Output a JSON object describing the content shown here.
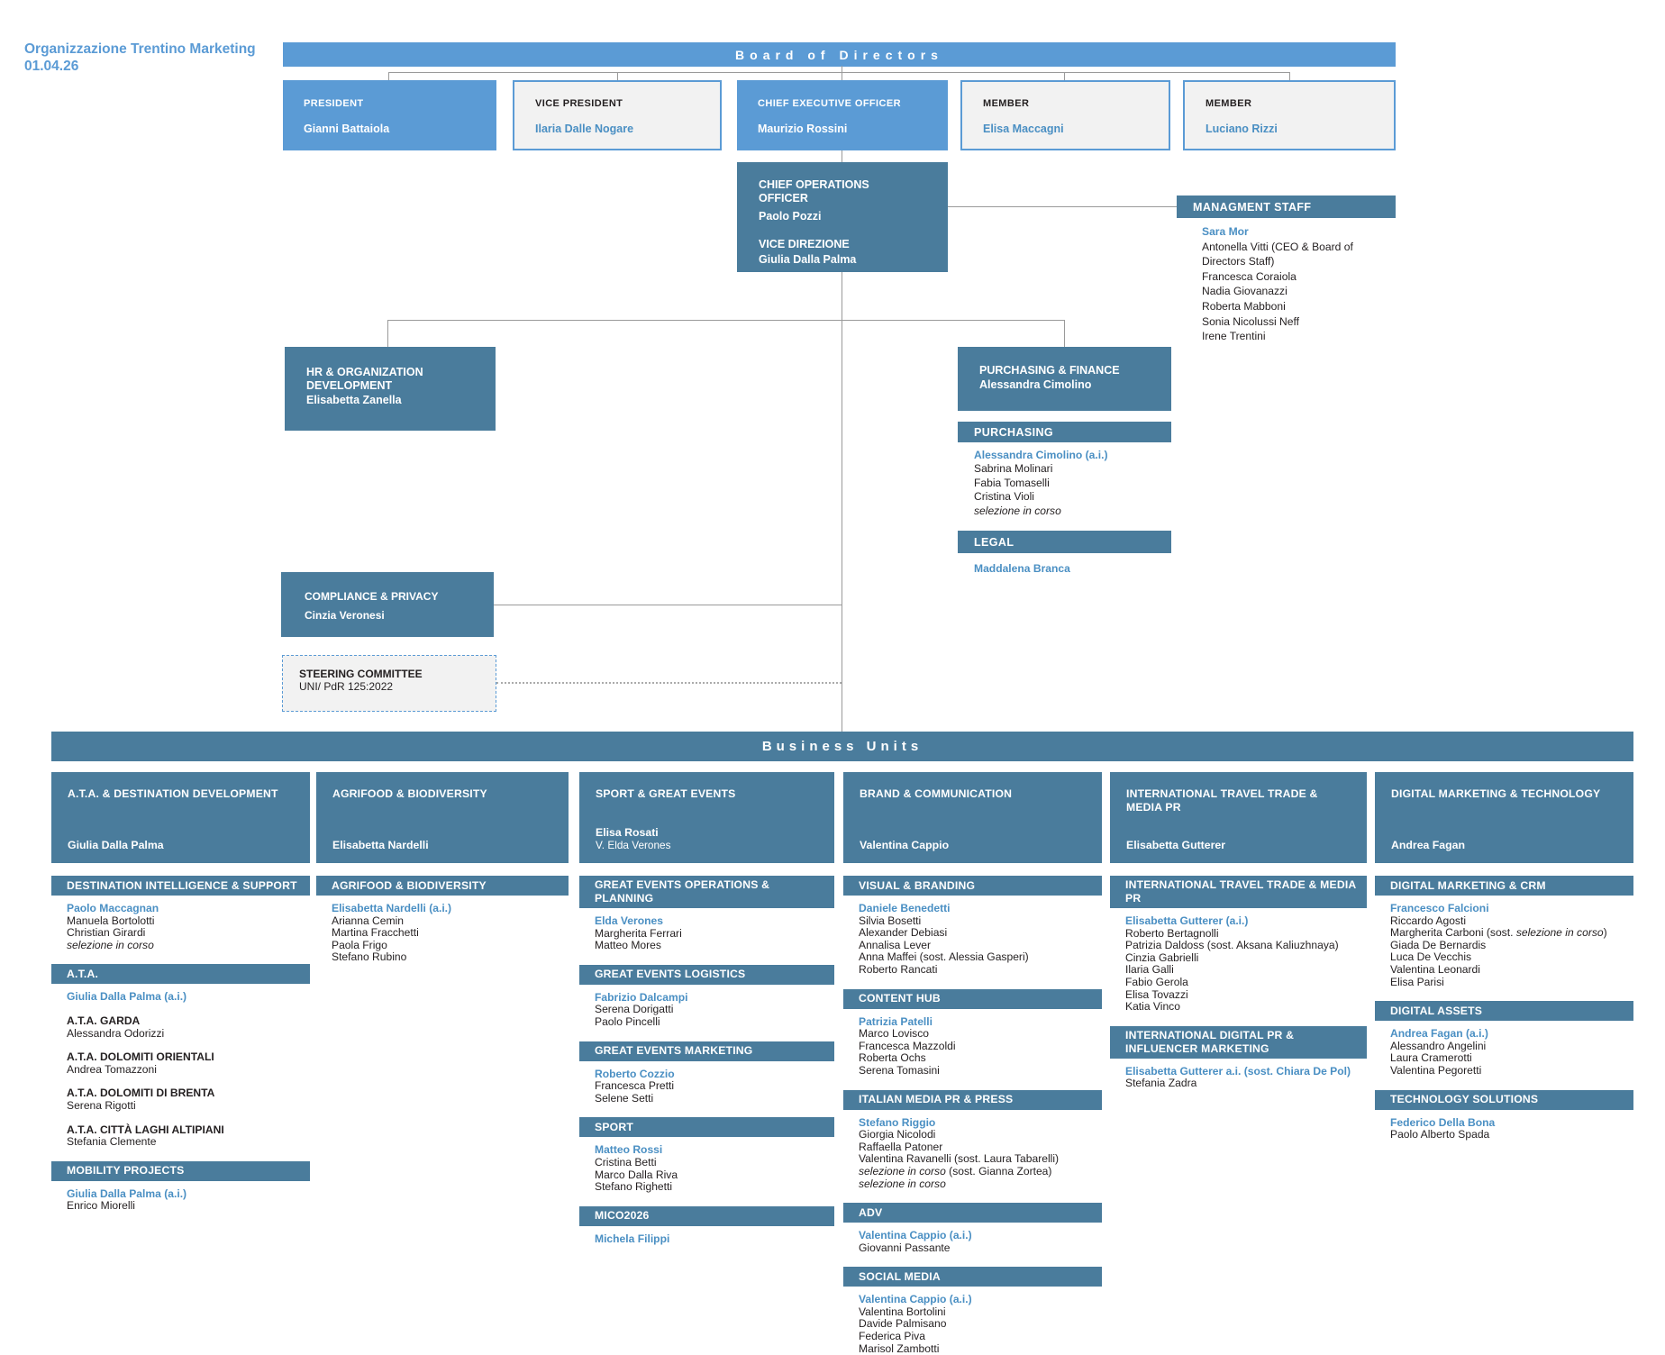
{
  "title": {
    "line1": "Organizzazione Trentino Marketing",
    "line2": "01.04.26"
  },
  "board": {
    "bar_label": "Board of Directors",
    "boxes": [
      {
        "variant": "filled",
        "label": "PRESIDENT",
        "name": "Gianni Battaiola"
      },
      {
        "variant": "outline",
        "label": "VICE PRESIDENT",
        "name": "Ilaria Dalle Nogare"
      },
      {
        "variant": "filled",
        "label": "CHIEF EXECUTIVE OFFICER",
        "name": "Maurizio Rossini"
      },
      {
        "variant": "outline",
        "label": "MEMBER",
        "name": "Elisa Maccagni"
      },
      {
        "variant": "outline",
        "label": "MEMBER",
        "name": "Luciano Rizzi"
      }
    ]
  },
  "coo": {
    "role1": "CHIEF OPERATIONS OFFICER",
    "name1": "Paolo Pozzi",
    "role2": "VICE DIREZIONE",
    "name2": "Giulia Dalla Palma"
  },
  "management": {
    "header": "MANAGMENT STAFF",
    "entries": [
      {
        "style": "lead",
        "text": "Sara Mor"
      },
      {
        "style": "name",
        "text": "Antonella Vitti (CEO & Board of Directors Staff)"
      },
      {
        "style": "name",
        "text": "Francesca Coraiola"
      },
      {
        "style": "name",
        "text": "Nadia Giovanazzi"
      },
      {
        "style": "name",
        "text": "Roberta Mabboni"
      },
      {
        "style": "name",
        "text": "Sonia Nicolussi Neff"
      },
      {
        "style": "name",
        "text": "Irene Trentini"
      }
    ]
  },
  "hr": {
    "title": "HR & ORGANIZATION DEVELOPMENT",
    "name": "Elisabetta Zanella"
  },
  "purchasing_finance": {
    "title": "PURCHASING & FINANCE",
    "name": "Alessandra Cimolino"
  },
  "purchasing": {
    "header": "PURCHASING",
    "entries": [
      {
        "style": "lead",
        "text": "Alessandra Cimolino (a.i.)"
      },
      {
        "style": "name",
        "text": "Sabrina Molinari"
      },
      {
        "style": "name",
        "text": "Fabia Tomaselli"
      },
      {
        "style": "name",
        "text": "Cristina Violi"
      },
      {
        "style": "italic",
        "text": "selezione in corso"
      }
    ]
  },
  "legal": {
    "header": "LEGAL",
    "lead": "Maddalena Branca"
  },
  "compliance": {
    "title": "COMPLIANCE & PRIVACY",
    "name": "Cinzia Veronesi"
  },
  "steering": {
    "title": "STEERING COMMITTEE",
    "subtitle": "UNI/ PdR 125:2022"
  },
  "business_units": {
    "bar_label": "Business Units",
    "columns": [
      {
        "title": "A.T.A. & DESTINATION DEVELOPMENT",
        "names": [
          "Giulia Dalla Palma"
        ],
        "sections": [
          {
            "bar": "DESTINATION INTELLIGENCE & SUPPORT",
            "entries": [
              {
                "style": "lead",
                "text": "Paolo Maccagnan"
              },
              {
                "style": "name",
                "text": "Manuela Bortolotti"
              },
              {
                "style": "name",
                "text": "Christian Girardi"
              },
              {
                "style": "italic",
                "text": "selezione in corso"
              }
            ]
          },
          {
            "bar": "A.T.A.",
            "entries": [
              {
                "style": "lead",
                "text": "Giulia Dalla Palma (a.i.)"
              },
              {
                "style": "group",
                "text": "A.T.A. GARDA"
              },
              {
                "style": "name",
                "text": "Alessandra Odorizzi"
              },
              {
                "style": "group",
                "text": "A.T.A. DOLOMITI ORIENTALI"
              },
              {
                "style": "name",
                "text": "Andrea Tomazzoni"
              },
              {
                "style": "group",
                "text": "A.T.A. DOLOMITI DI BRENTA"
              },
              {
                "style": "name",
                "text": "Serena Rigotti"
              },
              {
                "style": "group",
                "text": "A.T.A. CITTÀ LAGHI ALTIPIANI"
              },
              {
                "style": "name",
                "text": "Stefania Clemente"
              }
            ]
          },
          {
            "bar": "MOBILITY PROJECTS",
            "entries": [
              {
                "style": "lead",
                "text": "Giulia Dalla Palma (a.i.)"
              },
              {
                "style": "name",
                "text": "Enrico Miorelli"
              }
            ]
          }
        ]
      },
      {
        "title": "AGRIFOOD & BIODIVERSITY",
        "names": [
          "Elisabetta Nardelli"
        ],
        "sections": [
          {
            "bar": "AGRIFOOD & BIODIVERSITY",
            "entries": [
              {
                "style": "lead",
                "text": "Elisabetta Nardelli (a.i.)"
              },
              {
                "style": "name",
                "text": "Arianna Cemin"
              },
              {
                "style": "name",
                "text": "Martina Fracchetti"
              },
              {
                "style": "name",
                "text": "Paola Frigo"
              },
              {
                "style": "name",
                "text": "Stefano Rubino"
              }
            ]
          }
        ]
      },
      {
        "title": "SPORT & GREAT EVENTS",
        "names": [
          "Elisa Rosati",
          "V. Elda Verones"
        ],
        "sections": [
          {
            "bar": "GREAT EVENTS OPERATIONS & PLANNING",
            "entries": [
              {
                "style": "lead",
                "text": "Elda Verones"
              },
              {
                "style": "name",
                "text": "Margherita Ferrari"
              },
              {
                "style": "name",
                "text": "Matteo Mores"
              }
            ]
          },
          {
            "bar": "GREAT EVENTS LOGISTICS",
            "entries": [
              {
                "style": "lead",
                "text": "Fabrizio Dalcampi"
              },
              {
                "style": "name",
                "text": "Serena Dorigatti"
              },
              {
                "style": "name",
                "text": "Paolo Pincelli"
              }
            ]
          },
          {
            "bar": "GREAT EVENTS MARKETING",
            "entries": [
              {
                "style": "lead",
                "text": "Roberto Cozzio"
              },
              {
                "style": "name",
                "text": "Francesca Pretti"
              },
              {
                "style": "name",
                "text": "Selene Setti"
              }
            ]
          },
          {
            "bar": "SPORT",
            "entries": [
              {
                "style": "lead",
                "text": "Matteo Rossi"
              },
              {
                "style": "name",
                "text": "Cristina Betti"
              },
              {
                "style": "name",
                "text": "Marco Dalla Riva"
              },
              {
                "style": "name",
                "text": "Stefano Righetti"
              }
            ]
          },
          {
            "bar": "MICO2026",
            "entries": [
              {
                "style": "lead",
                "text": "Michela Filippi"
              }
            ]
          }
        ]
      },
      {
        "title": "BRAND & COMMUNICATION",
        "names": [
          "Valentina Cappio"
        ],
        "sections": [
          {
            "bar": "VISUAL & BRANDING",
            "entries": [
              {
                "style": "lead",
                "text": "Daniele Benedetti"
              },
              {
                "style": "name",
                "text": "Silvia Bosetti"
              },
              {
                "style": "name",
                "text": "Alexander Debiasi"
              },
              {
                "style": "name",
                "text": "Annalisa Lever"
              },
              {
                "style": "name",
                "text": "Anna Maffei (sost. Alessia Gasperi)"
              },
              {
                "style": "name",
                "text": "Roberto Rancati"
              }
            ]
          },
          {
            "bar": "CONTENT HUB",
            "entries": [
              {
                "style": "lead",
                "text": "Patrizia Patelli"
              },
              {
                "style": "name",
                "text": "Marco Lovisco"
              },
              {
                "style": "name",
                "text": "Francesca Mazzoldi"
              },
              {
                "style": "name",
                "text": "Roberta Ochs"
              },
              {
                "style": "name",
                "text": "Serena Tomasini"
              }
            ]
          },
          {
            "bar": "ITALIAN MEDIA PR & PRESS",
            "entries": [
              {
                "style": "lead",
                "text": "Stefano Riggio"
              },
              {
                "style": "name",
                "text": "Giorgia Nicolodi"
              },
              {
                "style": "name",
                "text": "Raffaella Patoner"
              },
              {
                "style": "name",
                "text": "Valentina Ravanelli (sost. Laura Tabarelli)"
              },
              {
                "style": "mix",
                "parts": [
                  {
                    "text": "selezione in corso",
                    "italic": true
                  },
                  {
                    "text": " (sost. Gianna Zortea)",
                    "italic": false
                  }
                ]
              },
              {
                "style": "italic",
                "text": "selezione in corso"
              }
            ]
          },
          {
            "bar": "ADV",
            "entries": [
              {
                "style": "lead",
                "text": "Valentina Cappio (a.i.)"
              },
              {
                "style": "name",
                "text": "Giovanni Passante"
              }
            ]
          },
          {
            "bar": "SOCIAL MEDIA",
            "entries": [
              {
                "style": "lead",
                "text": "Valentina Cappio (a.i.)"
              },
              {
                "style": "name",
                "text": "Valentina Bortolini"
              },
              {
                "style": "name",
                "text": "Davide Palmisano"
              },
              {
                "style": "name",
                "text": "Federica Piva"
              },
              {
                "style": "name",
                "text": "Marisol Zambotti"
              }
            ]
          }
        ]
      },
      {
        "title": "INTERNATIONAL TRAVEL TRADE & MEDIA PR",
        "names": [
          "Elisabetta Gutterer"
        ],
        "sections": [
          {
            "bar": "INTERNATIONAL TRAVEL TRADE & MEDIA PR",
            "entries": [
              {
                "style": "lead",
                "text": "Elisabetta Gutterer (a.i.)"
              },
              {
                "style": "name",
                "text": "Roberto Bertagnolli"
              },
              {
                "style": "name",
                "text": "Patrizia Daldoss (sost. Aksana Kaliuzhnaya)"
              },
              {
                "style": "name",
                "text": "Cinzia Gabrielli"
              },
              {
                "style": "name",
                "text": "Ilaria Galli"
              },
              {
                "style": "name",
                "text": "Fabio Gerola"
              },
              {
                "style": "name",
                "text": "Elisa Tovazzi"
              },
              {
                "style": "name",
                "text": "Katia Vinco"
              }
            ]
          },
          {
            "bar": "INTERNATIONAL DIGITAL PR & INFLUENCER MARKETING",
            "entries": [
              {
                "style": "lead",
                "text": "Elisabetta Gutterer a.i. (sost. Chiara De Pol)"
              },
              {
                "style": "name",
                "text": "Stefania Zadra"
              }
            ]
          }
        ]
      },
      {
        "title": "DIGITAL MARKETING & TECHNOLOGY",
        "names": [
          "Andrea Fagan"
        ],
        "sections": [
          {
            "bar": "DIGITAL MARKETING & CRM",
            "entries": [
              {
                "style": "lead",
                "text": "Francesco Falcioni"
              },
              {
                "style": "name",
                "text": "Riccardo Agosti"
              },
              {
                "style": "mix",
                "parts": [
                  {
                    "text": "Margherita Carboni (sost. ",
                    "italic": false
                  },
                  {
                    "text": "selezione in corso",
                    "italic": true
                  },
                  {
                    "text": ")",
                    "italic": false
                  }
                ]
              },
              {
                "style": "name",
                "text": "Giada De Bernardis"
              },
              {
                "style": "name",
                "text": "Luca De Vecchis"
              },
              {
                "style": "name",
                "text": "Valentina Leonardi"
              },
              {
                "style": "name",
                "text": "Elisa Parisi"
              }
            ]
          },
          {
            "bar": "DIGITAL ASSETS",
            "entries": [
              {
                "style": "lead",
                "text": "Andrea Fagan (a.i.)"
              },
              {
                "style": "name",
                "text": "Alessandro Angelini"
              },
              {
                "style": "name",
                "text": "Laura Cramerotti"
              },
              {
                "style": "name",
                "text": "Valentina Pegoretti"
              }
            ]
          },
          {
            "bar": "TECHNOLOGY SOLUTIONS",
            "entries": [
              {
                "style": "lead",
                "text": "Federico Della Bona"
              },
              {
                "style": "name",
                "text": "Paolo Alberto Spada"
              }
            ]
          }
        ]
      }
    ]
  },
  "colors": {
    "accent_light_blue": "#5B9BD5",
    "accent_teal": "#4A7C9C",
    "name_blue": "#4A8FC3",
    "text_dark": "#231F20",
    "panel_gray": "#F2F2F2"
  }
}
